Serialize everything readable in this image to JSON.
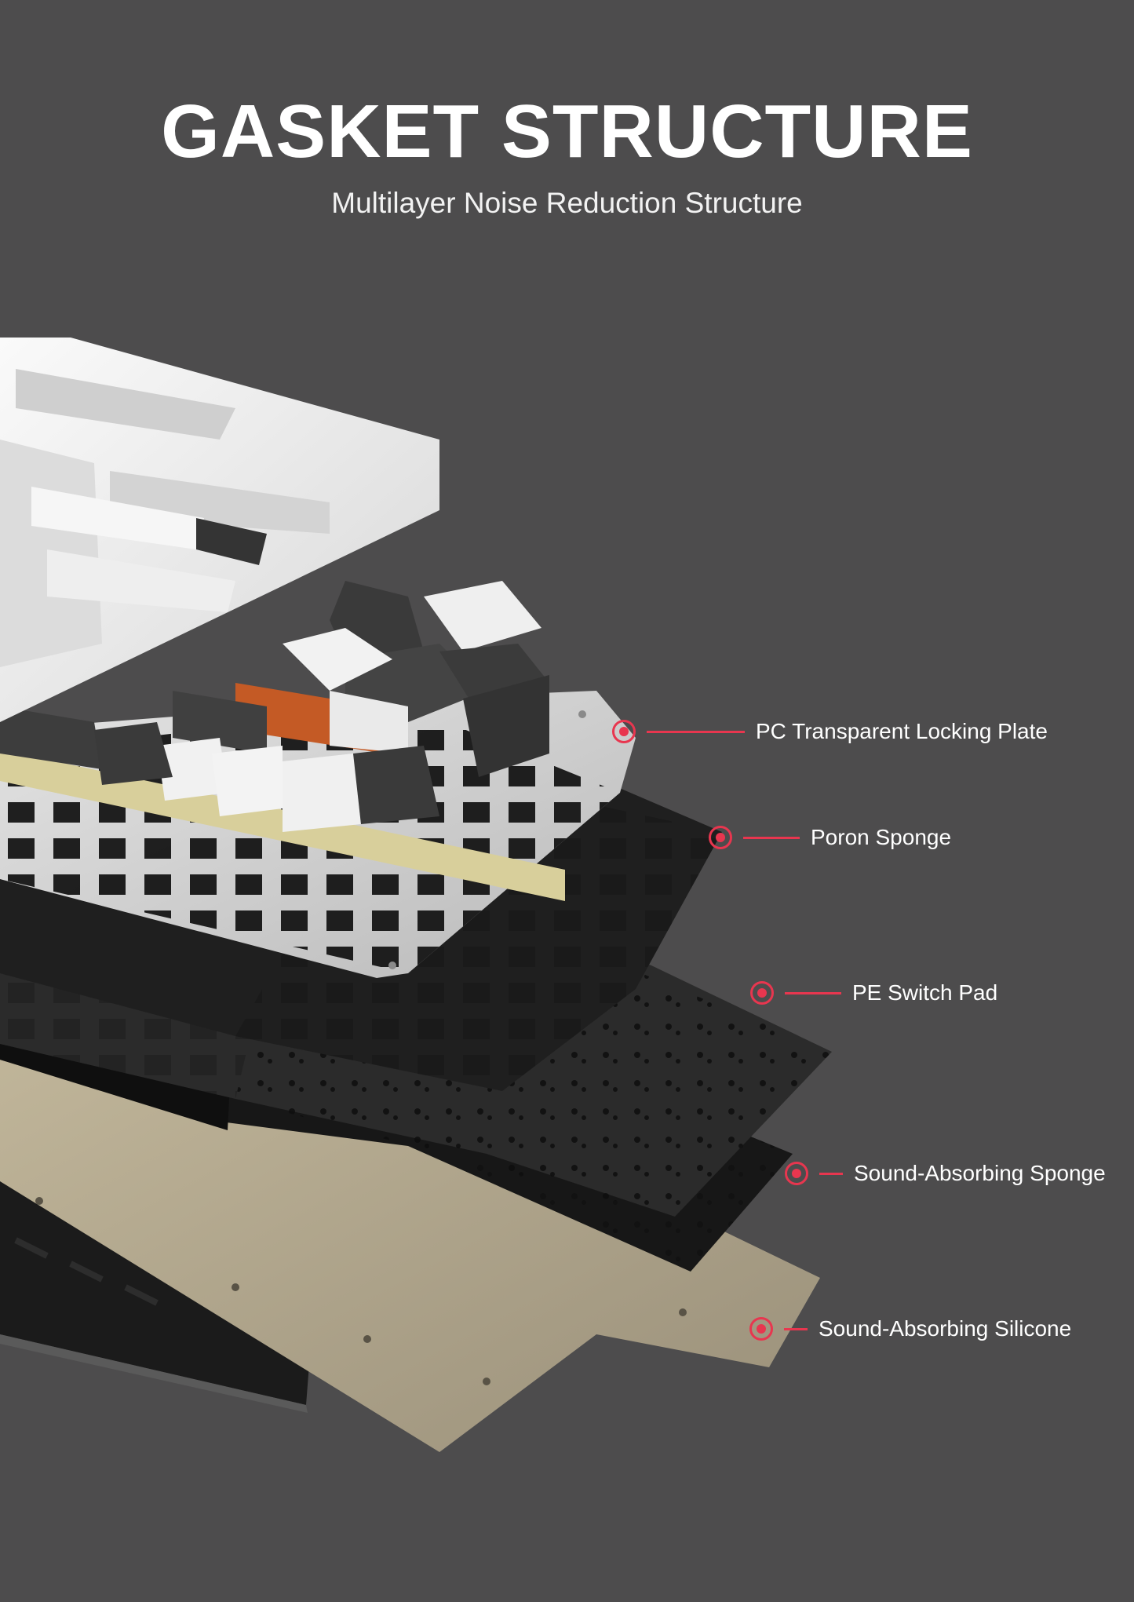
{
  "header": {
    "title": "GASKET STRUCTURE",
    "subtitle": "Multilayer Noise Reduction Structure"
  },
  "layers": [
    {
      "label": "PC Transparent Locking Plate"
    },
    {
      "label": "Poron Sponge"
    },
    {
      "label": "PE Switch Pad"
    },
    {
      "label": "Sound-Absorbing Sponge"
    },
    {
      "label": "Sound-Absorbing Silicone"
    }
  ],
  "colors": {
    "background": "#4d4c4d",
    "accent": "#e8364f",
    "frame": "#efefef",
    "keycap_dark": "#3c3c3c",
    "keycap_light": "#f3f3f1",
    "keycap_orange": "#c75a22",
    "silicone": "#b3a88c"
  }
}
